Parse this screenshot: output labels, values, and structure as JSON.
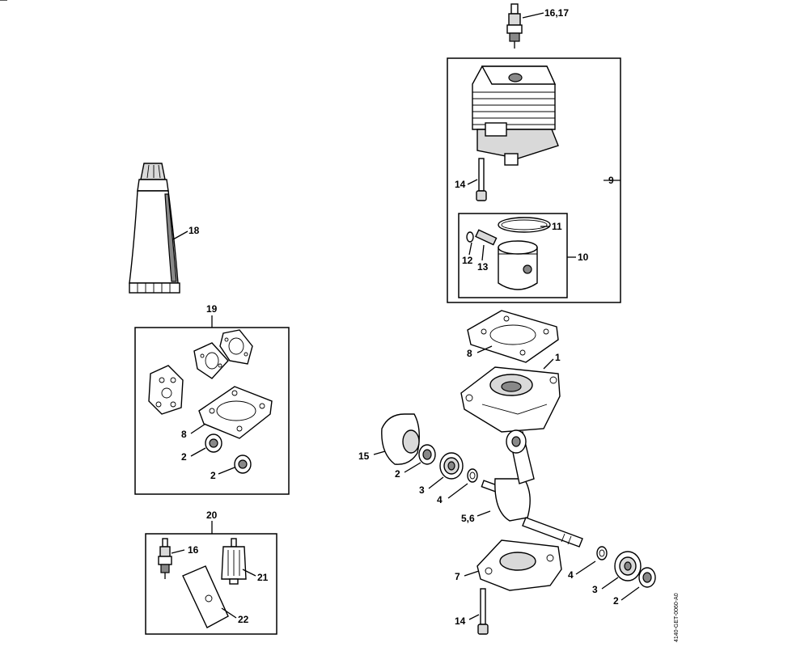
{
  "labels": {
    "l1": "1",
    "l2a": "2",
    "l2b": "2",
    "l2c": "2",
    "l2d": "2",
    "l3a": "3",
    "l3b": "3",
    "l4a": "4",
    "l4b": "4",
    "l56": "5,6",
    "l7": "7",
    "l8a": "8",
    "l8b": "8",
    "l9": "9",
    "l10": "10",
    "l11": "11",
    "l12": "12",
    "l13": "13",
    "l14a": "14",
    "l14b": "14",
    "l15": "15",
    "l1617": "16,17",
    "l16": "16",
    "l18": "18",
    "l19": "19",
    "l20": "20",
    "l21": "21",
    "l22": "22"
  },
  "drawing_code": "4140-GET-0060-A0"
}
